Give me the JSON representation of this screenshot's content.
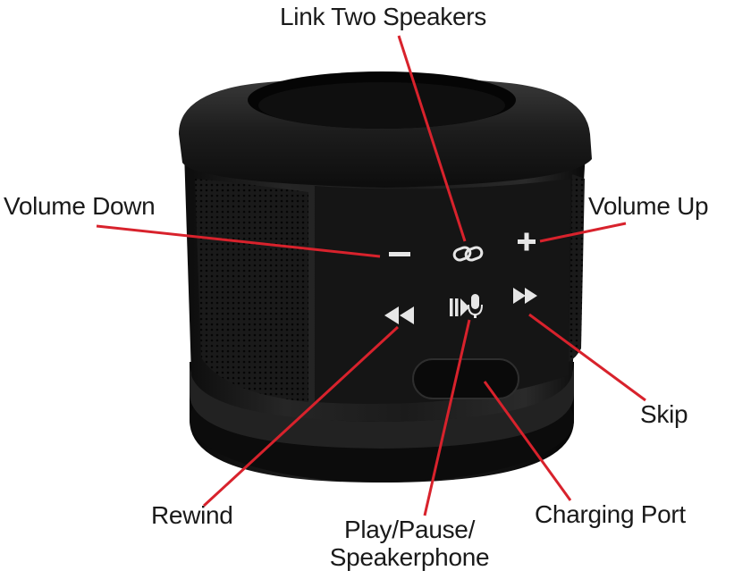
{
  "labels": {
    "link_two_speakers": "Link Two Speakers",
    "volume_down": "Volume Down",
    "volume_up": "Volume Up",
    "skip": "Skip",
    "rewind": "Rewind",
    "charging_port": "Charging Port",
    "play_pause_line1": "Play/Pause/",
    "play_pause_line2": "Speakerphone"
  },
  "icons": {
    "volume_down": "minus-icon",
    "link": "link-chain-icon",
    "volume_up": "plus-icon",
    "rewind": "rewind-icon",
    "play_pause": "play-pause-mic-icon",
    "skip": "fast-forward-icon"
  },
  "colors": {
    "leader_line": "#d8222c",
    "speaker_body": "#151515",
    "icon": "#e6e6e6",
    "label_text": "#1a1a1a"
  }
}
